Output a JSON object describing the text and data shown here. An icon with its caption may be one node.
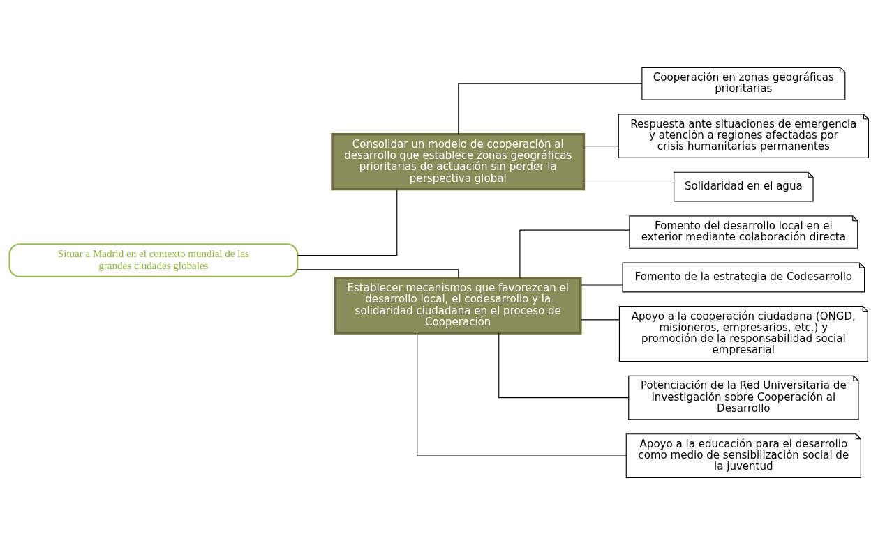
{
  "diagram": {
    "nodes": [
      {
        "text": [
          "Situar a Madrid en el contexto mundial de las grandes ciudades globales"
        ]
      },
      {
        "text": [
          "Consolidar un modelo de cooperación al desarrollo que establece zonas geográficas prioritarias de actuación sin perder la perspectiva global"
        ]
      },
      {
        "text": [
          "Cooperación en zonas geográficas prioritarias"
        ]
      },
      {
        "text": [
          "Respuesta ante situaciones de emergencia y atención a regiones afectadas por crisis humanitarias permanentes"
        ]
      },
      {
        "text": [
          "Solidaridad en el agua"
        ]
      },
      {
        "text": [
          "Establecer mecanismos que favorezcan el desarrollo local, el codesarrollo y la solidaridad ciudadana en el proceso de Cooperación"
        ]
      },
      {
        "text": [
          "Fomento del desarrollo local en el exterior mediante colaboración directa"
        ]
      },
      {
        "text": [
          "Fomento de la estrategia de Codesarrollo"
        ]
      },
      {
        "text": [
          "Apoyo a la cooperación ciudadana (ONGD, misioneros, empresarios, etc.) y promoción de la responsabilidad social empresarial"
        ]
      },
      {
        "text": [
          "Potenciación de la Red Universitaria de Investigación sobre Cooperación al Desarrollo"
        ]
      },
      {
        "text": [
          "Apoyo a la educación para el desarrollo como medio de sensibilización social de la juventud"
        ]
      }
    ],
    "edges": [
      {
        "from": 0,
        "to": 1,
        "arrow": "none"
      },
      {
        "from": 0,
        "to": 5,
        "arrow": "none"
      },
      {
        "from": 1,
        "to": 2,
        "arrow": "none"
      },
      {
        "from": 1,
        "to": 3,
        "arrow": "none"
      },
      {
        "from": 1,
        "to": 4,
        "arrow": "none"
      },
      {
        "from": 5,
        "to": 6,
        "arrow": "none"
      },
      {
        "from": 5,
        "to": 7,
        "arrow": "none"
      },
      {
        "from": 5,
        "to": 8,
        "arrow": "none"
      },
      {
        "from": 5,
        "to": 9,
        "arrow": "none"
      },
      {
        "from": 5,
        "to": 10,
        "arrow": "none"
      }
    ]
  }
}
